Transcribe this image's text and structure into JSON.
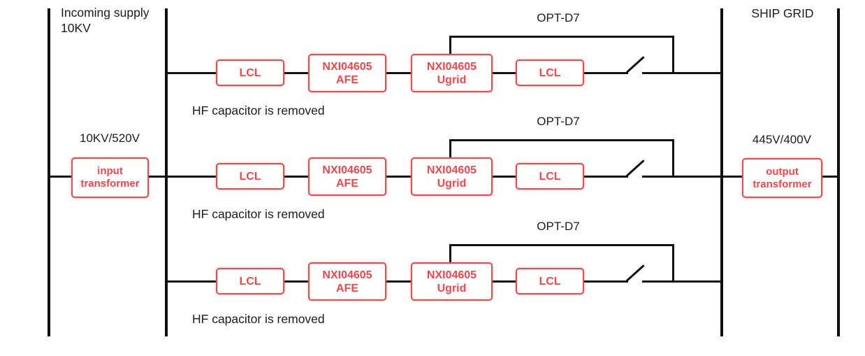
{
  "left_section": {
    "supply_label_line1": "Incoming supply",
    "supply_label_line2": "10KV",
    "transformer_ratio": "10KV/520V",
    "transformer_name_line1": "input",
    "transformer_name_line2": "transformer"
  },
  "right_section": {
    "grid_label": "SHIP GRID",
    "transformer_ratio": "445V/400V",
    "transformer_name_line1": "output",
    "transformer_name_line2": "transformer"
  },
  "branches": [
    {
      "option_label": "OPT-D7",
      "input_filter": "LCL",
      "afe_model": "NXI04605",
      "afe_type": "AFE",
      "ugrid_model": "NXI04605",
      "ugrid_type": "Ugrid",
      "output_filter": "LCL",
      "note": "HF capacitor is removed"
    },
    {
      "option_label": "OPT-D7",
      "input_filter": "LCL",
      "afe_model": "NXI04605",
      "afe_type": "AFE",
      "ugrid_model": "NXI04605",
      "ugrid_type": "Ugrid",
      "output_filter": "LCL",
      "note": "HF capacitor is removed"
    },
    {
      "option_label": "OPT-D7",
      "input_filter": "LCL",
      "afe_model": "NXI04605",
      "afe_type": "AFE",
      "ugrid_model": "NXI04605",
      "ugrid_type": "Ugrid",
      "output_filter": "LCL",
      "note": "HF capacitor is removed"
    }
  ],
  "colors": {
    "component_red": "#f2474b",
    "wire_black": "#111111"
  }
}
